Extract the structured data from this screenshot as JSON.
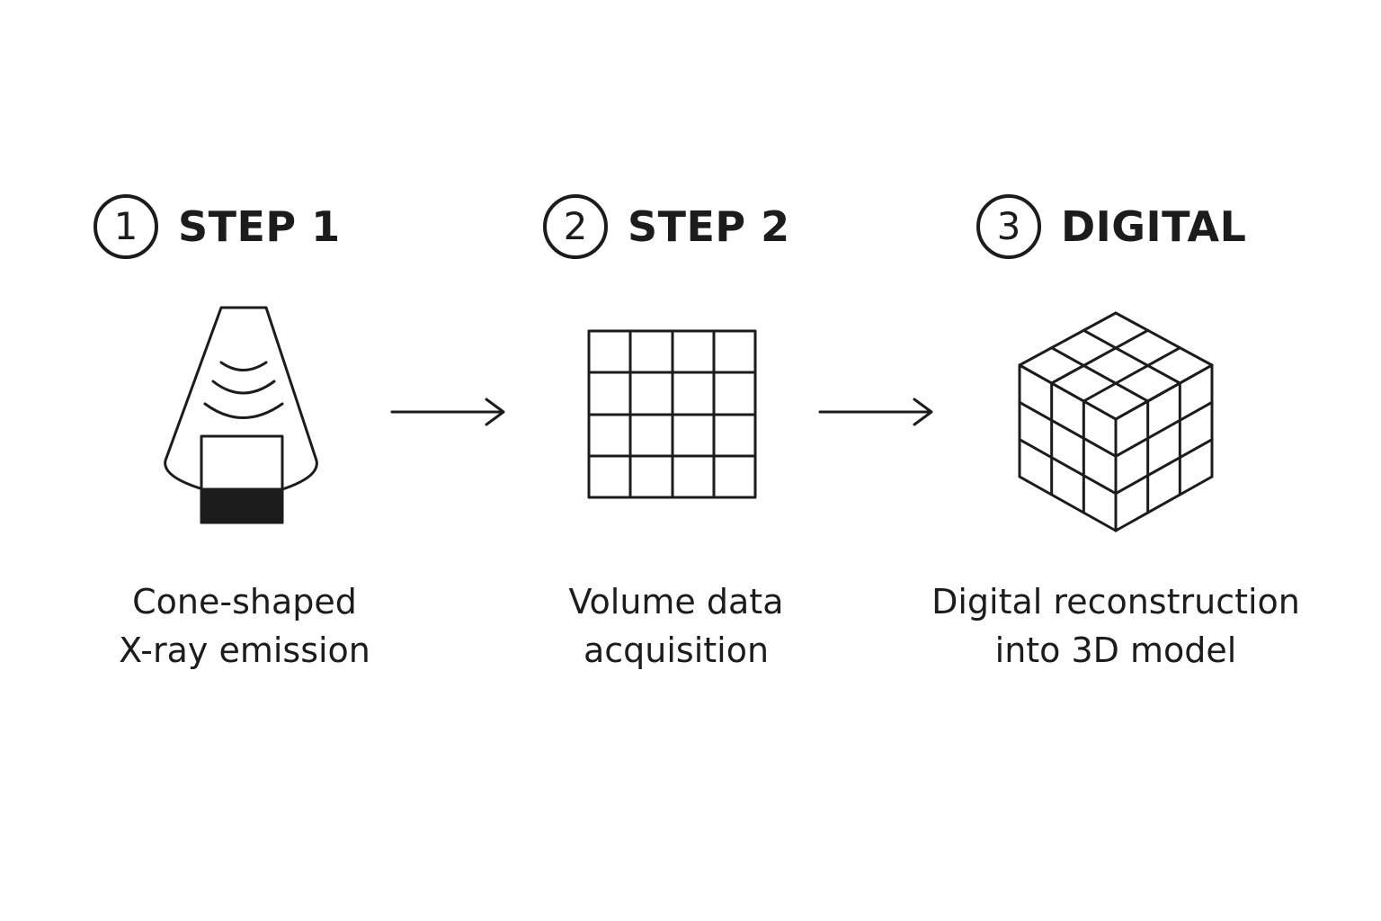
{
  "colors": {
    "ink": "#1c1c1c",
    "background": "#ffffff"
  },
  "steps": [
    {
      "number": "1",
      "title": "STEP 1",
      "caption_lines": [
        "Cone-shaped",
        "X-ray emission"
      ],
      "icon": "xray-cone-icon"
    },
    {
      "number": "2",
      "title": "STEP 2",
      "caption_lines": [
        "Volume data",
        "acquisition"
      ],
      "icon": "grid-icon"
    },
    {
      "number": "3",
      "title": "DIGITAL",
      "caption_lines": [
        "Digital reconstruction",
        "into 3D model"
      ],
      "icon": "cube-icon"
    }
  ],
  "arrows": [
    "arrow-right-icon",
    "arrow-right-icon"
  ]
}
